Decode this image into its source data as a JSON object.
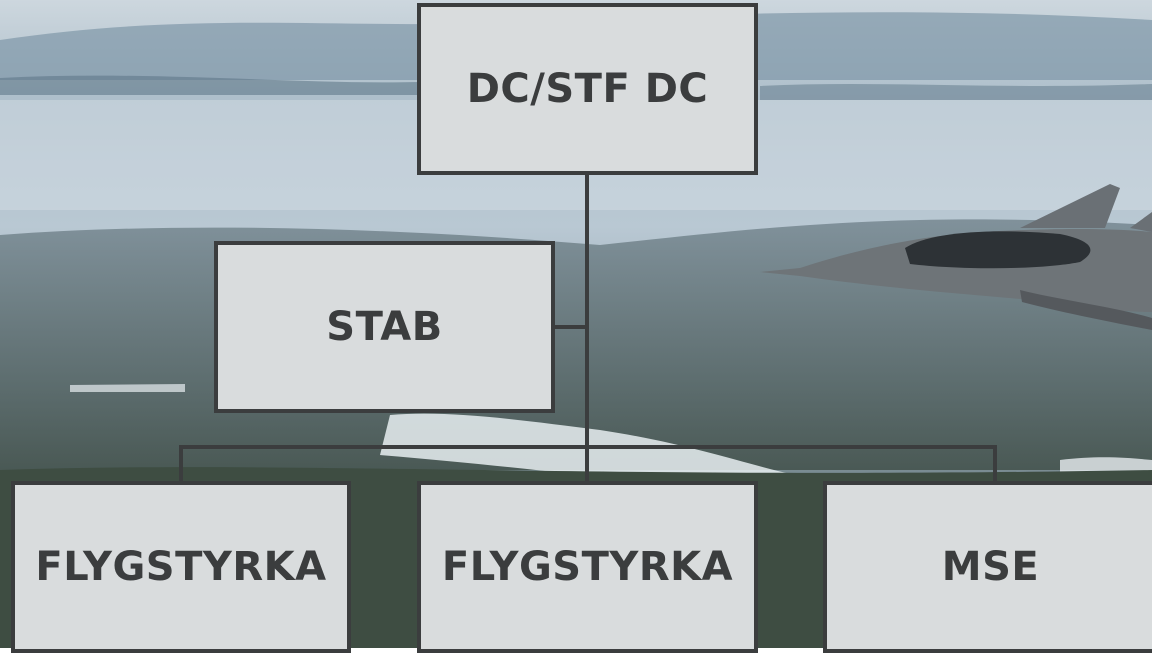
{
  "org_chart": {
    "top": {
      "label": "DC/STF DC"
    },
    "staff": {
      "label": "STAB"
    },
    "units": [
      {
        "label": "FLYGSTYRKA"
      },
      {
        "label": "FLYGSTYRKA"
      },
      {
        "label": "MSE"
      }
    ]
  },
  "colors": {
    "box_fill": "#d9dcdd",
    "box_border": "#3b3d3e",
    "text": "#3b3d3e",
    "sky": "#b7c6d1",
    "water": "#e6edf1",
    "forest": "#3f4d44"
  },
  "background": {
    "scene": "misty-lake-landscape",
    "aircraft": "fighter-jet"
  }
}
